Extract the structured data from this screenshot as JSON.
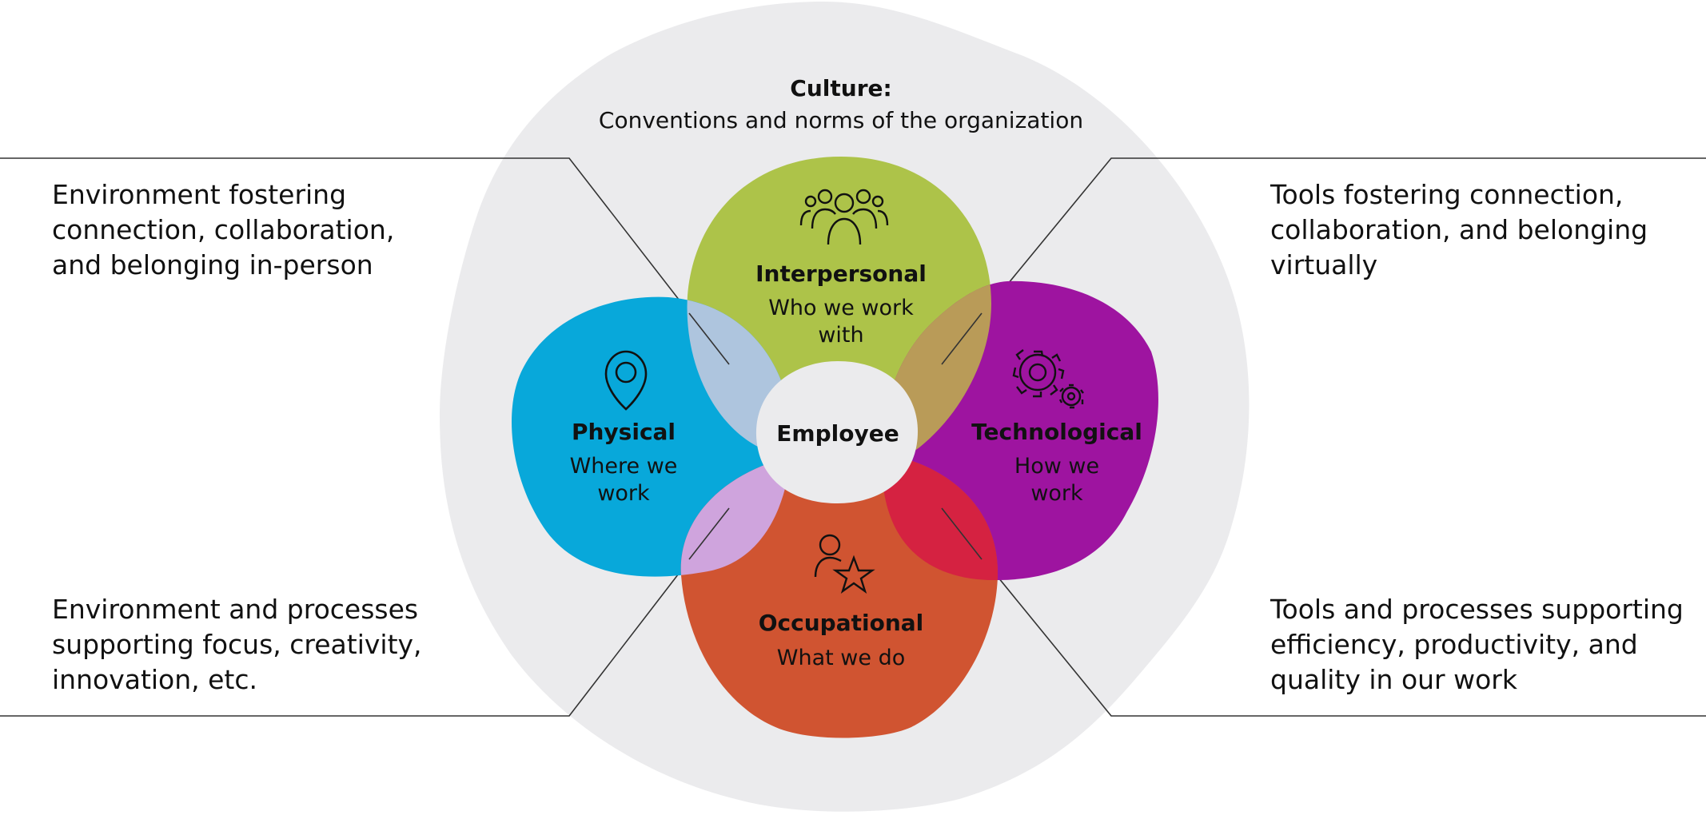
{
  "culture": {
    "title": "Culture:",
    "subtitle": "Conventions and norms of the organization"
  },
  "center": {
    "label": "Employee"
  },
  "dimensions": {
    "interpersonal": {
      "title": "Interpersonal",
      "desc_lines": [
        "Who we work",
        "with"
      ],
      "color": "#adc349",
      "icon": "people-group-icon"
    },
    "physical": {
      "title": "Physical",
      "desc_lines": [
        "Where we",
        "work"
      ],
      "color": "#08a8da",
      "icon": "location-pin-icon"
    },
    "technological": {
      "title": "Technological",
      "desc_lines": [
        "How we",
        "work"
      ],
      "color": "#9e14a0",
      "icon": "gears-icon"
    },
    "occupational": {
      "title": "Occupational",
      "desc_lines": [
        "What we do"
      ],
      "color": "#d05431",
      "icon": "person-star-icon"
    }
  },
  "overlap_colors": {
    "interpersonal_physical": "#aec5de",
    "interpersonal_technological": "#b99b58",
    "physical_occupational": "#cfa4dd",
    "technological_occupational": "#d52241"
  },
  "culture_color": "#ebebed",
  "notes": {
    "top_left": [
      "Environment fostering",
      "connection, collaboration,",
      "and belonging in-person"
    ],
    "top_right": [
      "Tools fostering connection,",
      "collaboration, and belonging",
      "virtually"
    ],
    "bottom_left": [
      "Environment and processes",
      "supporting focus, creativity,",
      "innovation, etc."
    ],
    "bottom_right": [
      "Tools and processes supporting",
      "efficiency, productivity, and",
      "quality in our work"
    ]
  }
}
